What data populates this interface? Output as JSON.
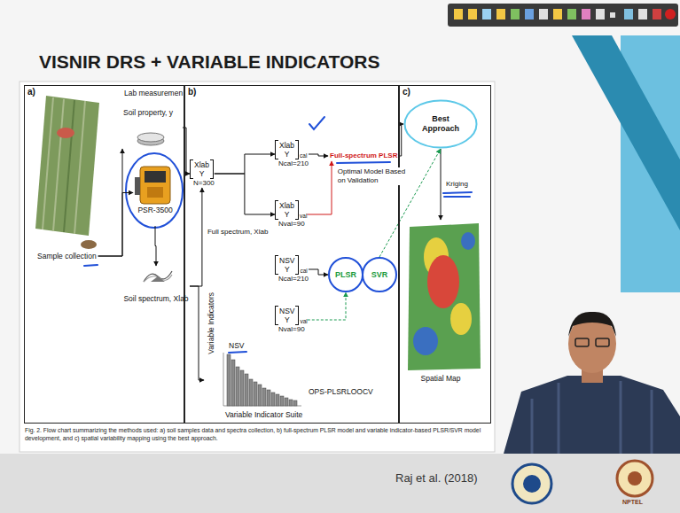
{
  "diagram": {
    "title": "VISNIR DRS + VARIABLE INDICATORS",
    "caption": "Fig. 2. Flow chart summarizing the methods used: a) soil samples data and spectra collection, b) full-spectrum PLSR model and variable indicator-based PLSR/SVR model development, and c) spatial variability mapping using the best approach.",
    "nodes": [
      {
        "text": [
          "a)"
        ]
      },
      {
        "text": [
          "b)"
        ]
      },
      {
        "text": [
          "c)"
        ]
      },
      {
        "text": [
          "Soil property, y"
        ],
        "in": 0
      },
      {
        "text": [
          "PSR-3500"
        ],
        "in": 0
      },
      {
        "text": [
          "Sample collection"
        ],
        "in": 0
      },
      {
        "text": [
          "Soil spectrum, Xlab"
        ],
        "in": 0
      },
      {
        "text": [
          "Xlab",
          "Y",
          "N=300"
        ],
        "in": 1
      },
      {
        "text": [
          "Xlab",
          "Y",
          "cal",
          "Ncal=210"
        ],
        "in": 1
      },
      {
        "text": [
          "Xlab",
          "Y",
          "val",
          "Nval=90"
        ],
        "in": 1
      },
      {
        "text": [
          "Full-spectrum PLSR"
        ],
        "in": 1
      },
      {
        "text": [
          "NSV",
          "Y",
          "cal",
          "Ncal=210"
        ],
        "in": 1
      },
      {
        "text": [
          "NSV",
          "Y",
          "val",
          "Nval=90"
        ],
        "in": 1
      },
      {
        "text": [
          "PLSR"
        ],
        "in": 1
      },
      {
        "text": [
          "SVR"
        ],
        "in": 1
      },
      {
        "text": [
          "NSV",
          "OPS-PLSRLOOCV",
          "Variable Indicator Suite"
        ],
        "in": 1
      },
      {
        "text": [
          "Best Approach"
        ],
        "in": 2
      },
      {
        "text": [
          "Spatial Map"
        ],
        "in": 2
      }
    ],
    "edges": [
      {
        "from": 5,
        "to": 3,
        "arrow": "to"
      },
      {
        "from": 5,
        "to": 4,
        "arrow": "to"
      },
      {
        "from": 4,
        "to": 6,
        "arrow": "to"
      },
      {
        "from": 3,
        "to": 7,
        "arrow": "to"
      },
      {
        "from": 6,
        "to": 7,
        "label": "Full spectrum, Xlab",
        "arrow": "to"
      },
      {
        "from": 6,
        "to": 15,
        "arrow": "to"
      },
      {
        "from": 7,
        "to": 8,
        "arrow": "to"
      },
      {
        "from": 7,
        "to": 9,
        "arrow": "to"
      },
      {
        "from": 8,
        "to": 10,
        "arrow": "to"
      },
      {
        "from": 9,
        "to": 10,
        "arrow": "to"
      },
      {
        "from": 10,
        "to": 16,
        "arrow": "to"
      },
      {
        "from": 16,
        "to": 17,
        "label": "Kriging",
        "arrow": "to"
      },
      {
        "from": 11,
        "to": 13,
        "arrow": "to"
      },
      {
        "from": 12,
        "to": 13,
        "arrow": "to"
      },
      {
        "from": 14,
        "to": 16,
        "label": "Optimal Model Based on Validation",
        "arrow": "to"
      }
    ],
    "labels": [
      "Lab measuremen",
      "Variable Indicators",
      "Raj et al. (2018)",
      "NPTEL"
    ]
  }
}
